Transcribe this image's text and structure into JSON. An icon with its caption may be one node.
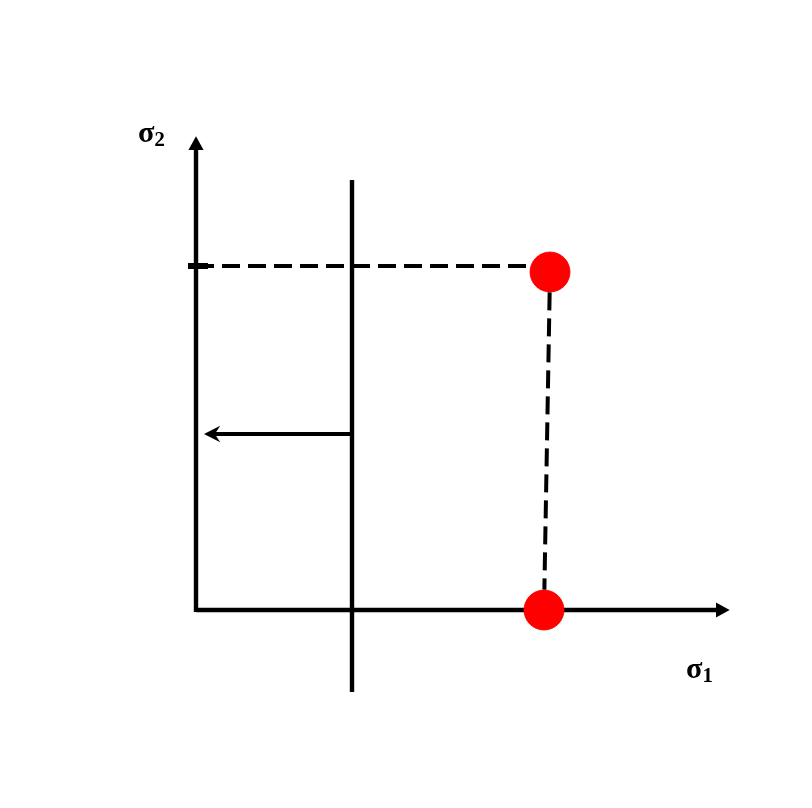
{
  "diagram": {
    "nodes": [
      {
        "text": [],
        "shape": "circle"
      },
      {
        "text": [],
        "shape": "circle"
      }
    ],
    "edges": [
      {
        "from": 0,
        "to": 1,
        "arrow": "none",
        "style": "dashed"
      }
    ],
    "labels": [
      "σ$_{2}$",
      "σ$_{1}$"
    ]
  }
}
